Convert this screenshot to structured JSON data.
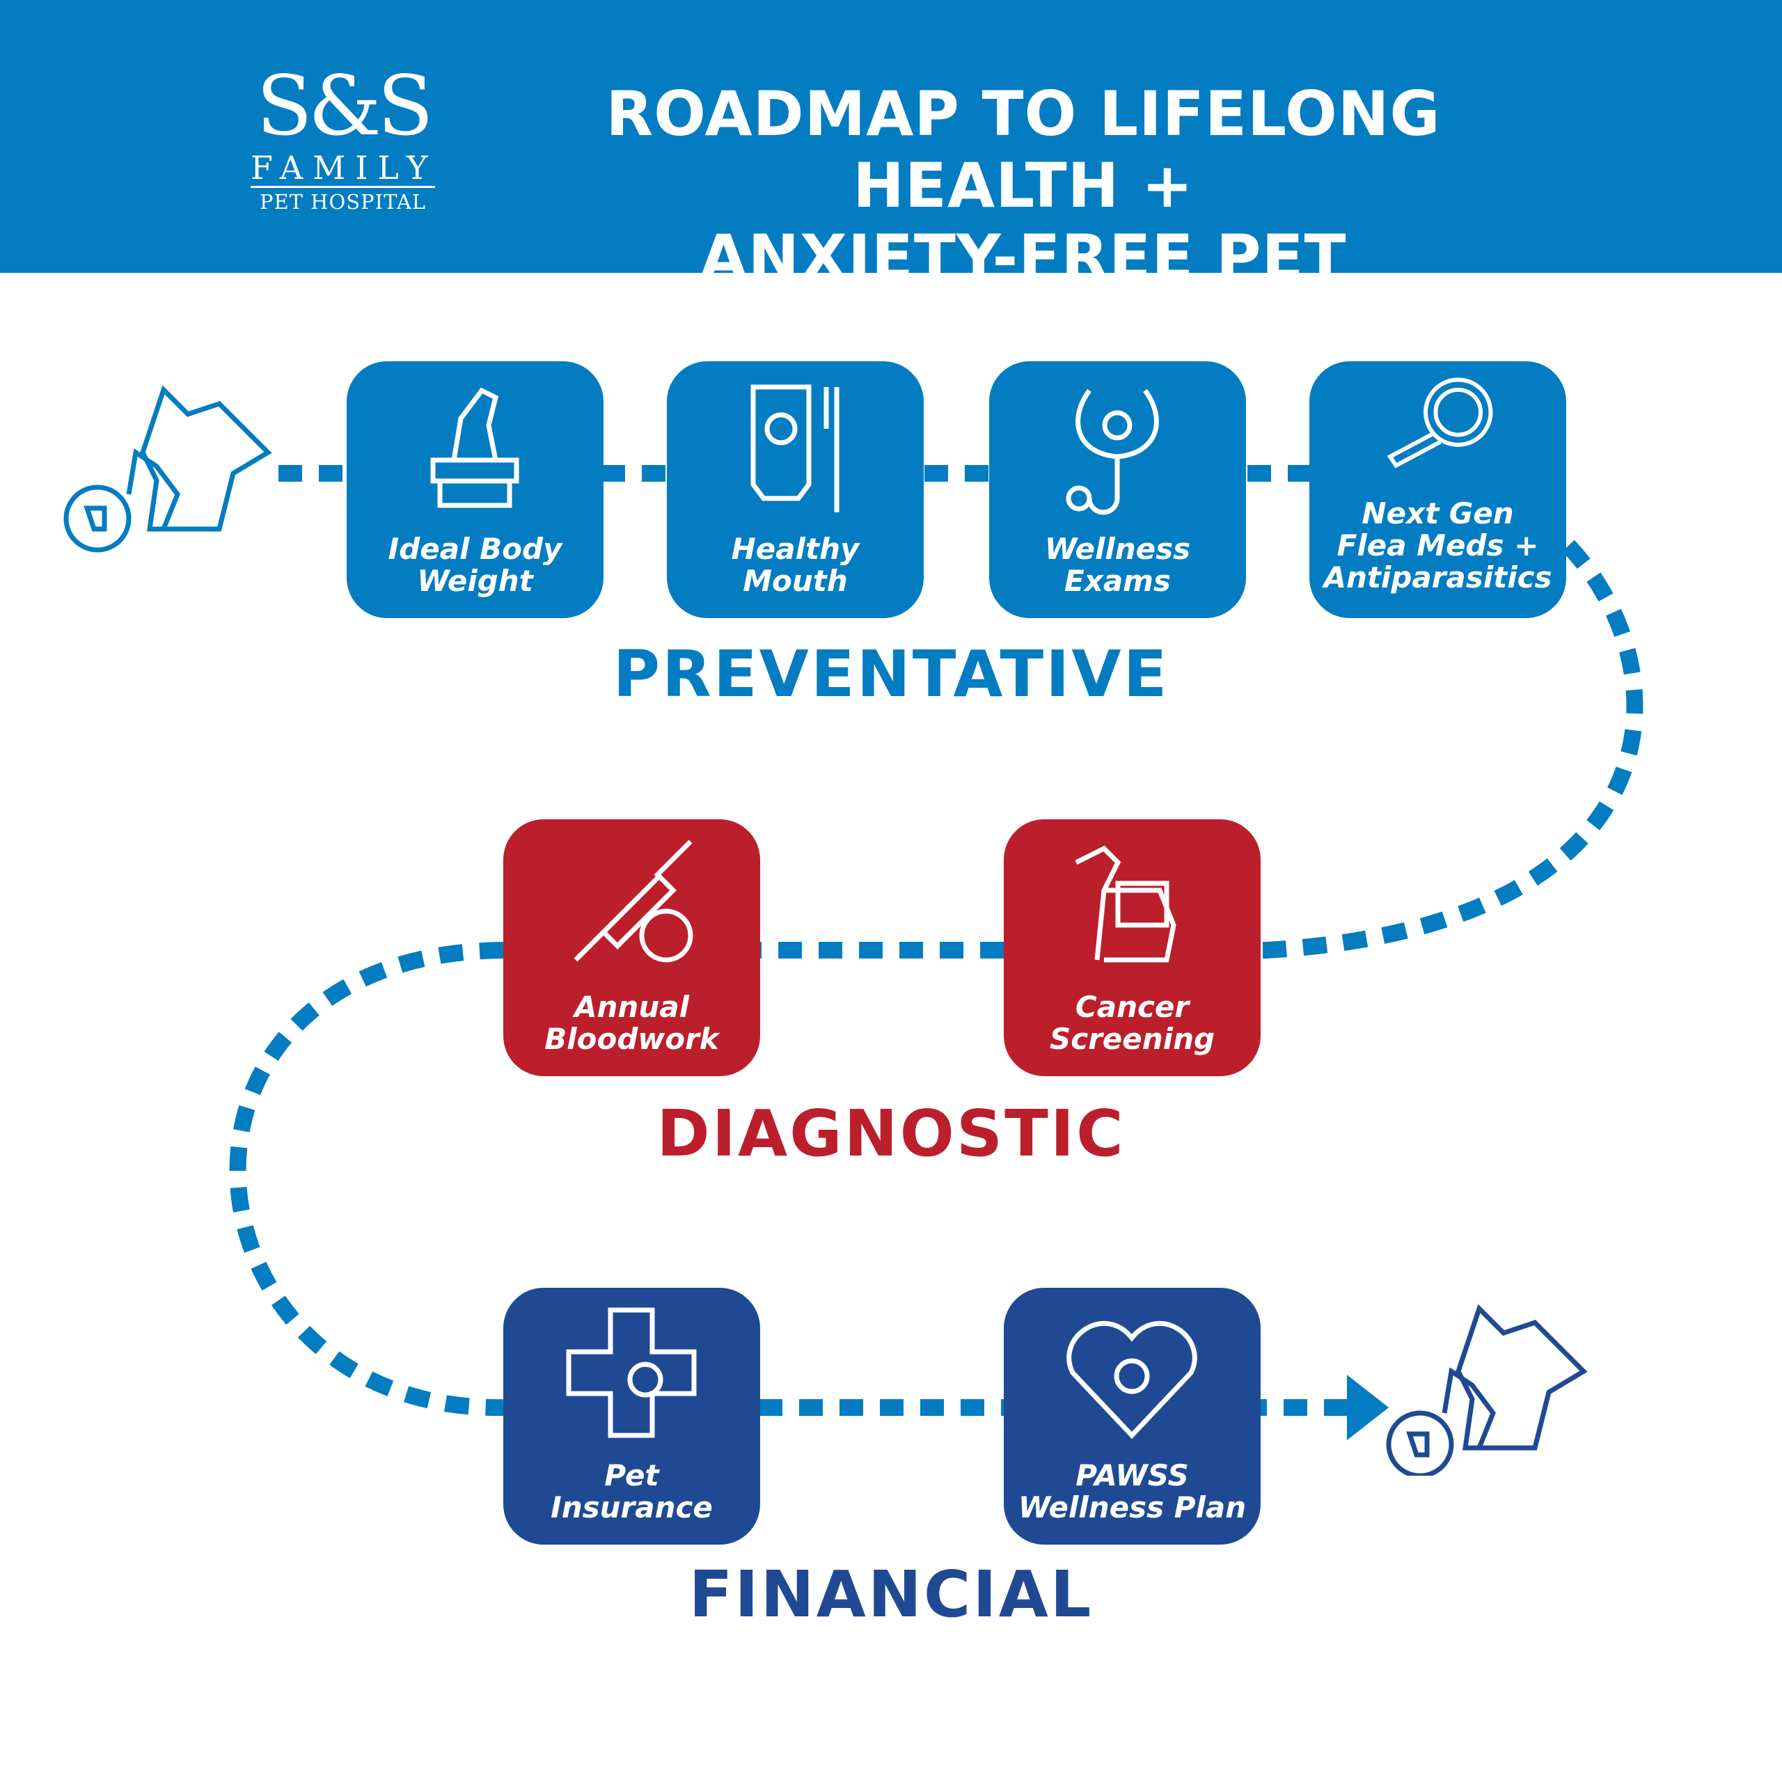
{
  "logo": {
    "mark": "S&S",
    "line1": "FAMILY",
    "line2": "PET HOSPITAL"
  },
  "title": {
    "line1": "ROADMAP TO LIFELONG HEALTH +",
    "line2": "ANXIETY-FREE PET OWNERSHIP"
  },
  "colors": {
    "blue": "#047cc1",
    "red": "#bb1f2b",
    "navy": "#1f4a93"
  },
  "sections": {
    "preventative": "PREVENTATIVE",
    "diagnostic": "DIAGNOSTIC",
    "financial": "FINANCIAL"
  },
  "steps": [
    {
      "l1": "Ideal Body",
      "l2": "Weight",
      "icon": "dog-on-scale-icon"
    },
    {
      "l1": "Healthy",
      "l2": "Mouth",
      "icon": "toothpaste-toothbrush-icon"
    },
    {
      "l1": "Wellness",
      "l2": "Exams",
      "icon": "stethoscope-icon"
    },
    {
      "l1": "Next Gen",
      "l2": "Flea Meds +",
      "l3": "Antiparasitics",
      "icon": "magnifier-bug-icon"
    },
    {
      "l1": "Annual",
      "l2": "Bloodwork",
      "icon": "syringe-icon"
    },
    {
      "l1": "Cancer",
      "l2": "Screening",
      "icon": "dog-xray-icon"
    },
    {
      "l1": "Pet",
      "l2": "Insurance",
      "icon": "medical-cross-paw-icon"
    },
    {
      "l1": "PAWSS",
      "l2": "Wellness Plan",
      "icon": "heart-paw-icon"
    }
  ]
}
